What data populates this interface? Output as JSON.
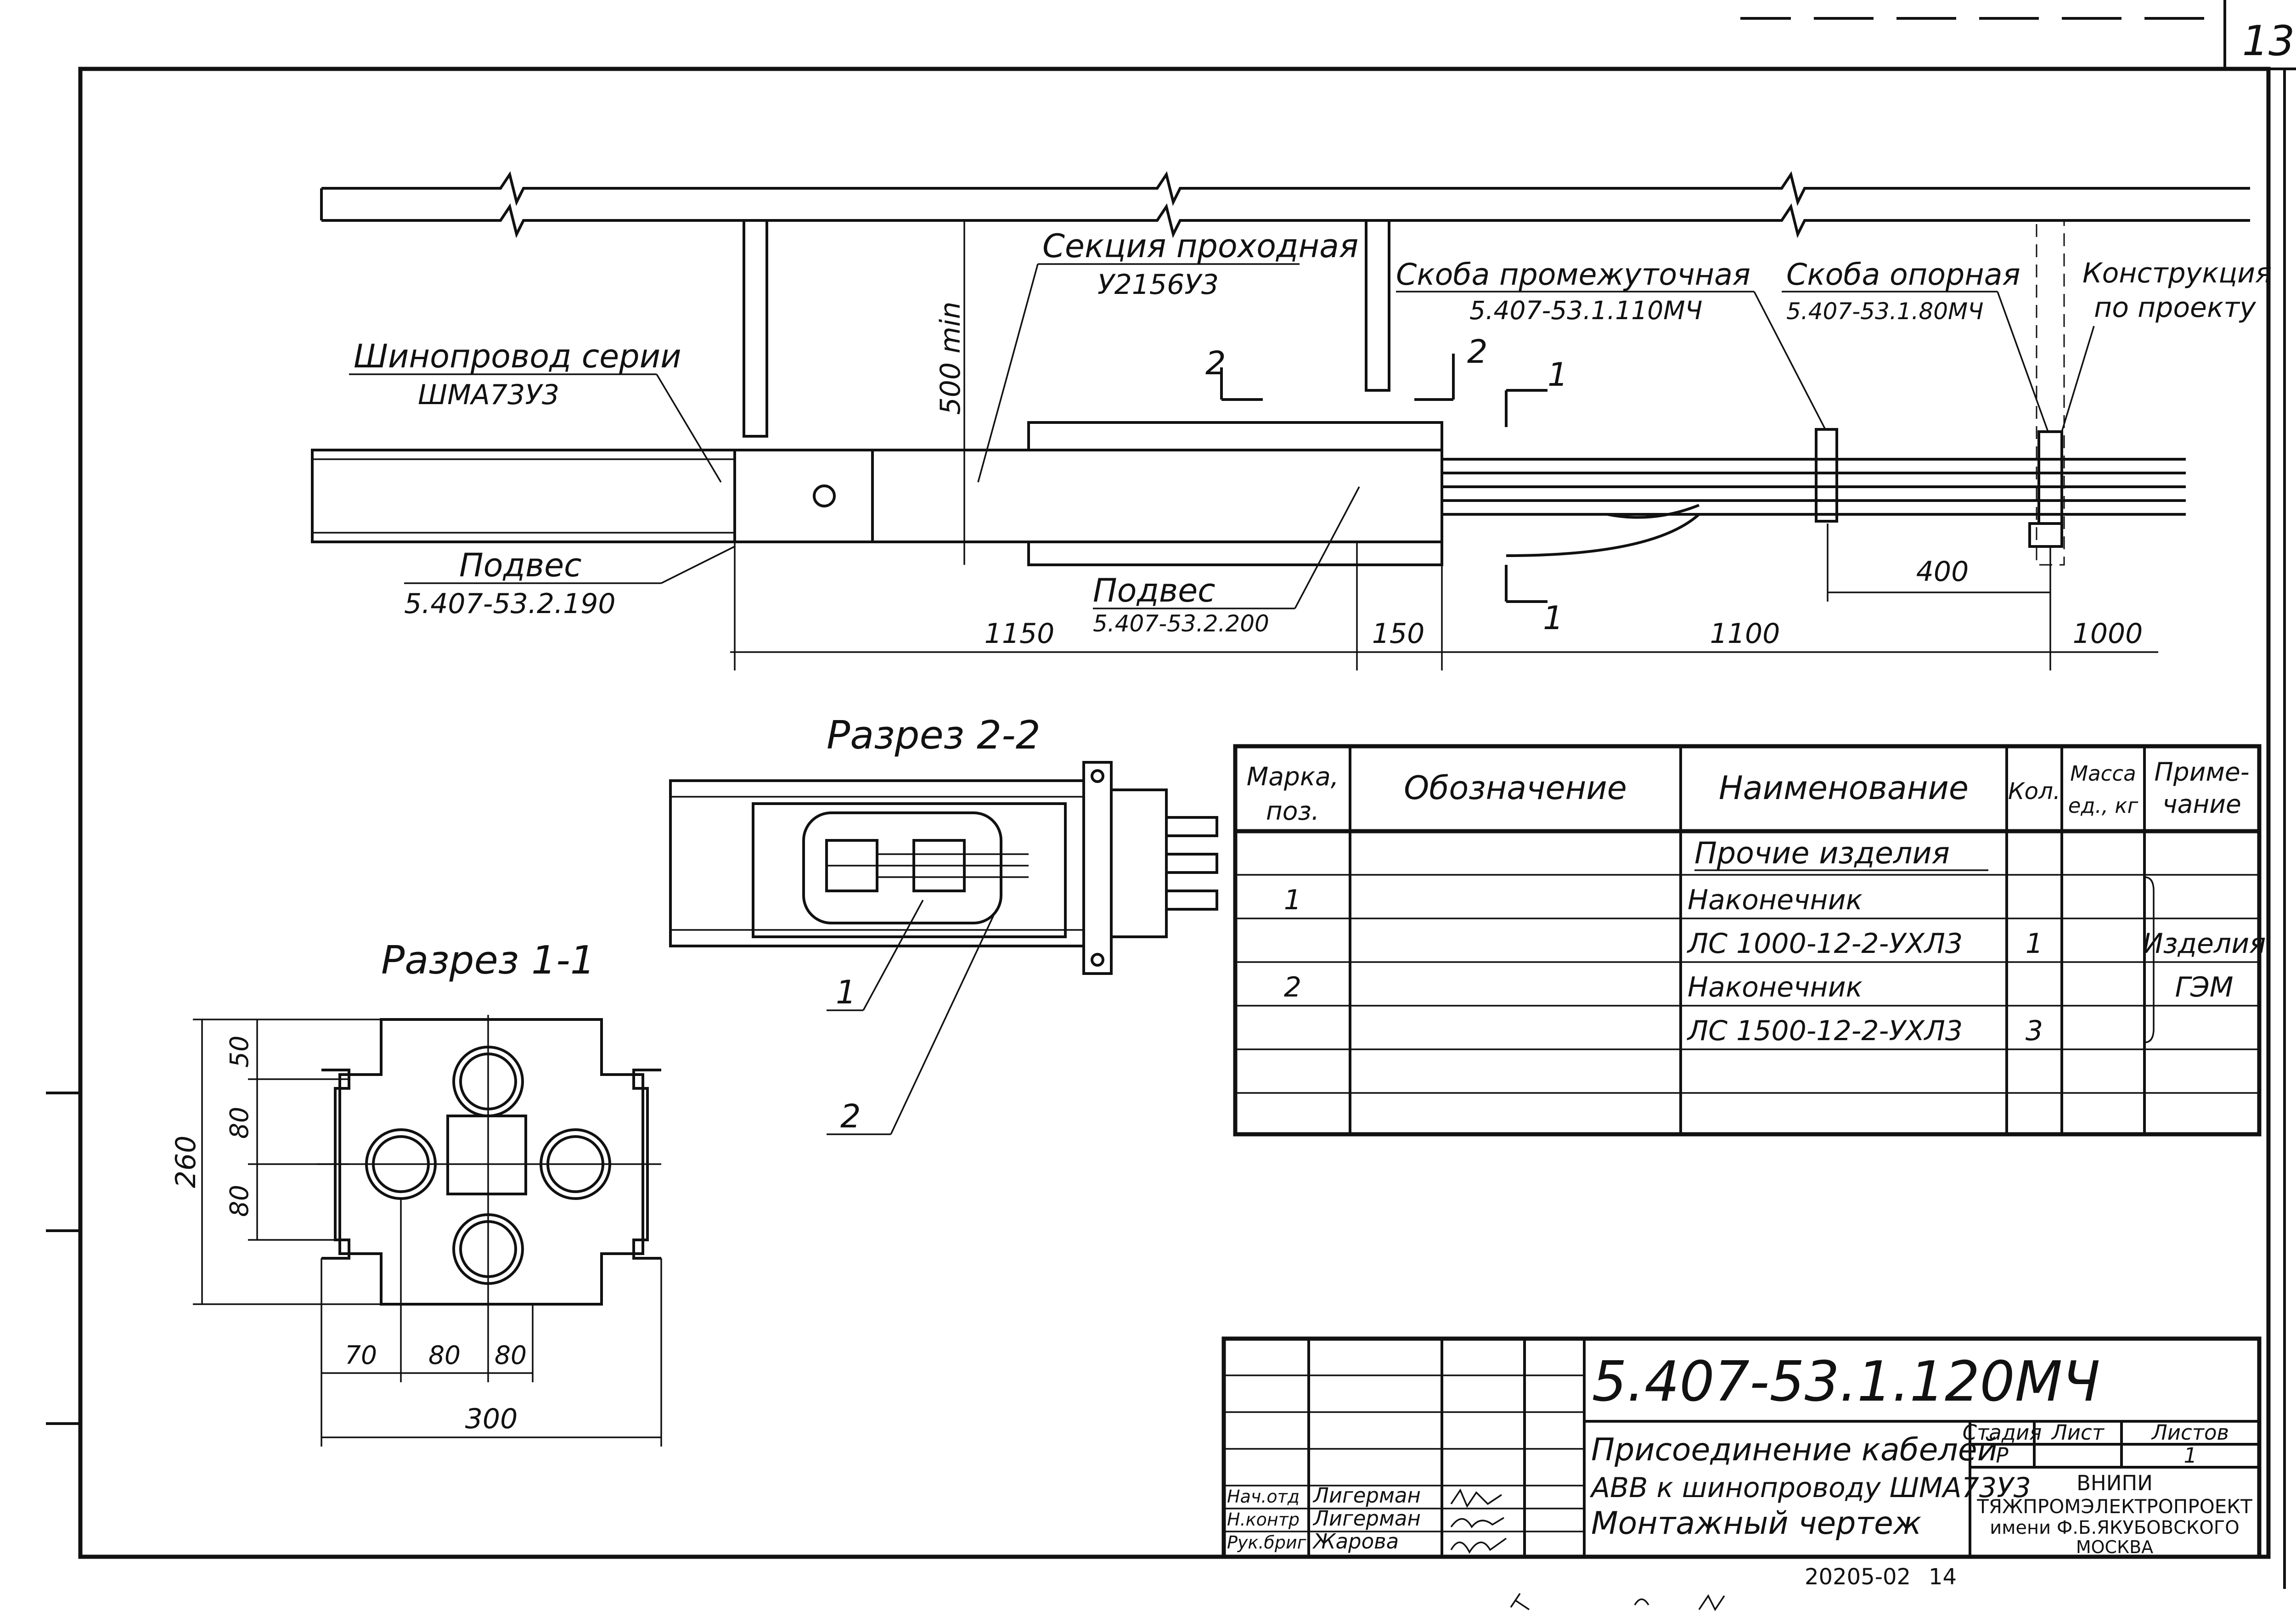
{
  "page_number": "13",
  "main_view": {
    "busway_label_1": "Шинопровод серии",
    "busway_label_2": "ШМА73У3",
    "section_label_1": "Секция проходная",
    "section_label_2": "У2156У3",
    "bracket_mid_label_1": "Скоба промежуточная",
    "bracket_mid_label_2": "5.407-53.1.110МЧ",
    "bracket_support_label_1": "Скоба опорная",
    "bracket_support_label_2": "5.407-53.1.80МЧ",
    "construction_label_1": "Конструкция",
    "construction_label_2": "по проекту",
    "hanger1_label_1": "Подвес",
    "hanger1_label_2": "5.407-53.2.190",
    "hanger2_label_1": "Подвес",
    "hanger2_label_2": "5.407-53.2.200",
    "height_dim": "500 min",
    "dims": [
      "1150",
      "150",
      "1100",
      "1000",
      "400"
    ],
    "cut_2": "2",
    "cut_1": "1"
  },
  "section_2_2": {
    "title": "Разрез 2-2",
    "callouts": [
      "1",
      "2"
    ]
  },
  "section_1_1": {
    "title": "Разрез 1-1",
    "dims_vertical": [
      "50",
      "80",
      "80"
    ],
    "dim_total_height": "260",
    "dims_horizontal": [
      "70",
      "80",
      "80"
    ],
    "dim_total_width": "300"
  },
  "spec_table": {
    "headers": [
      "Марка, поз.",
      "Обозначение",
      "Наименование",
      "Кол.",
      "Масса ед., кг",
      "Приме- чание"
    ],
    "rows": [
      {
        "pos": "",
        "designation": "",
        "name": "Прочие изделия",
        "qty": "",
        "mass": "",
        "note": ""
      },
      {
        "pos": "1",
        "designation": "",
        "name": "Наконечник",
        "qty": "",
        "mass": "",
        "note": ""
      },
      {
        "pos": "",
        "designation": "",
        "name": "ЛС 1000-12-2-УХЛ3",
        "qty": "1",
        "mass": "",
        "note": "Изделия"
      },
      {
        "pos": "2",
        "designation": "",
        "name": "Наконечник",
        "qty": "",
        "mass": "",
        "note": "ГЭМ"
      },
      {
        "pos": "",
        "designation": "",
        "name": "ЛС 1500-12-2-УХЛ3",
        "qty": "3",
        "mass": "",
        "note": ""
      },
      {
        "pos": "",
        "designation": "",
        "name": "",
        "qty": "",
        "mass": "",
        "note": ""
      },
      {
        "pos": "",
        "designation": "",
        "name": "",
        "qty": "",
        "mass": "",
        "note": ""
      }
    ]
  },
  "title_block": {
    "doc_code": "5.407-53.1.120МЧ",
    "title_line1": "Присоединение кабелей",
    "title_line2": "АВВ к шинопроводу ШМА73У3",
    "title_line3": "Монтажный чертеж",
    "stage_label": "Стадия",
    "sheet_label": "Лист",
    "sheets_label": "Листов",
    "stage_value": "Р",
    "sheets_value": "1",
    "org_line1": "ВНИПИ",
    "org_line2": "ТЯЖПРОМЭЛЕКТРОПРОЕКТ",
    "org_line3": "имени Ф.Б.ЯКУБОВСКОГО",
    "org_line4": "МОСКВА",
    "roles": [
      "Нач.отд",
      "Н.контр",
      "Рук.бриг"
    ],
    "names": [
      "Лигерман",
      "Лигерман",
      "Жарова"
    ]
  },
  "footer": {
    "archive_no": "20205-02",
    "sheet_no": "14"
  }
}
